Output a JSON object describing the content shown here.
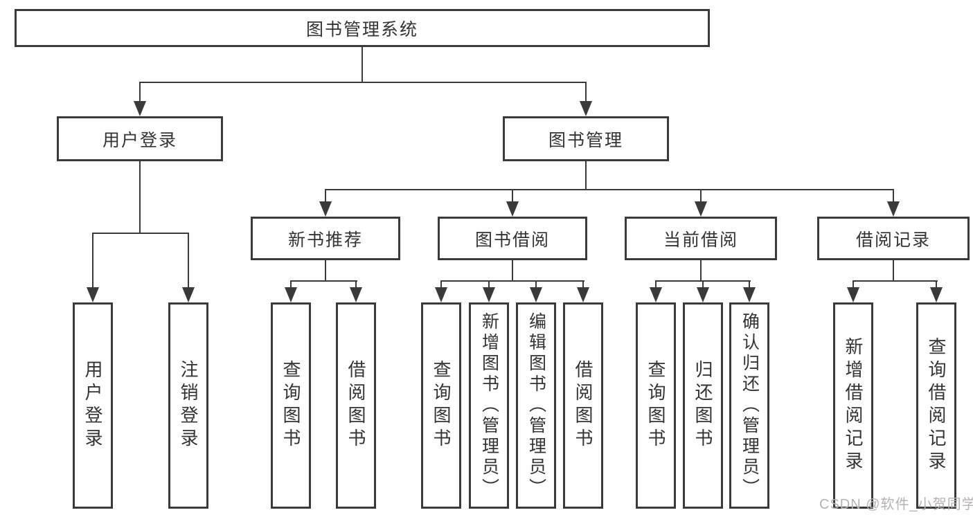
{
  "tree": {
    "root": {
      "label": "图书管理系统"
    },
    "branches": [
      {
        "label": "用户登录",
        "children": [
          {
            "label": "用户登录"
          },
          {
            "label": "注销登录"
          }
        ]
      },
      {
        "label": "图书管理",
        "children": [
          {
            "label": "新书推荐",
            "children": [
              {
                "label": "查询图书"
              },
              {
                "label": "借阅图书"
              }
            ]
          },
          {
            "label": "图书借阅",
            "children": [
              {
                "label": "查询图书"
              },
              {
                "label": "新增图书（管理员）"
              },
              {
                "label": "编辑图书（管理员）"
              },
              {
                "label": "借阅图书"
              }
            ]
          },
          {
            "label": "当前借阅",
            "children": [
              {
                "label": "查询图书"
              },
              {
                "label": "归还图书"
              },
              {
                "label": "确认归还（管理员）"
              }
            ]
          },
          {
            "label": "借阅记录",
            "children": [
              {
                "label": "新增借阅记录"
              },
              {
                "label": "查询借阅记录"
              }
            ]
          }
        ]
      }
    ]
  },
  "watermark": {
    "text": "CSDN @软件_小贺同学"
  },
  "colors": {
    "line": "#3a3a3a",
    "text": "#333333",
    "watermark": "#b6b1b5",
    "background": "#ffffff"
  }
}
